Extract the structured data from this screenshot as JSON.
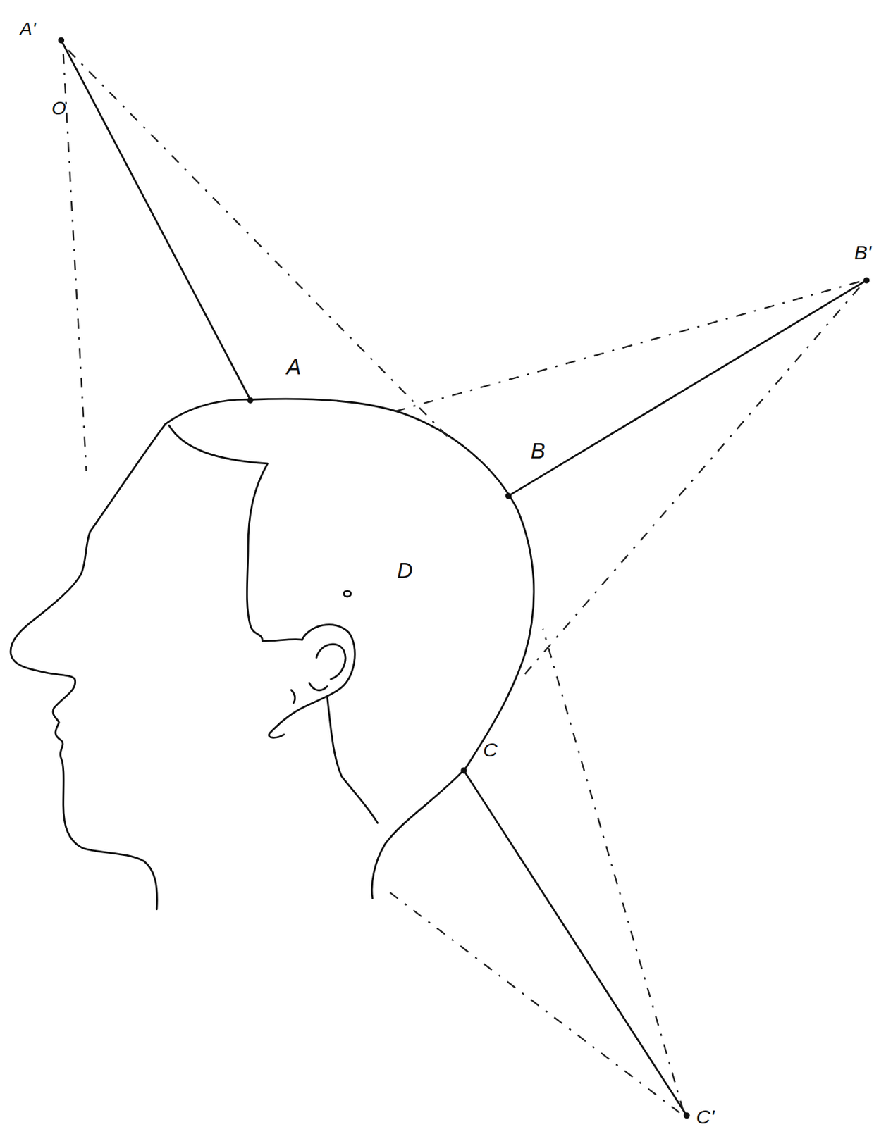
{
  "diagram": {
    "labels": [
      "A'",
      "O",
      "A",
      "B'",
      "B",
      "D",
      "C",
      "C'"
    ]
  }
}
